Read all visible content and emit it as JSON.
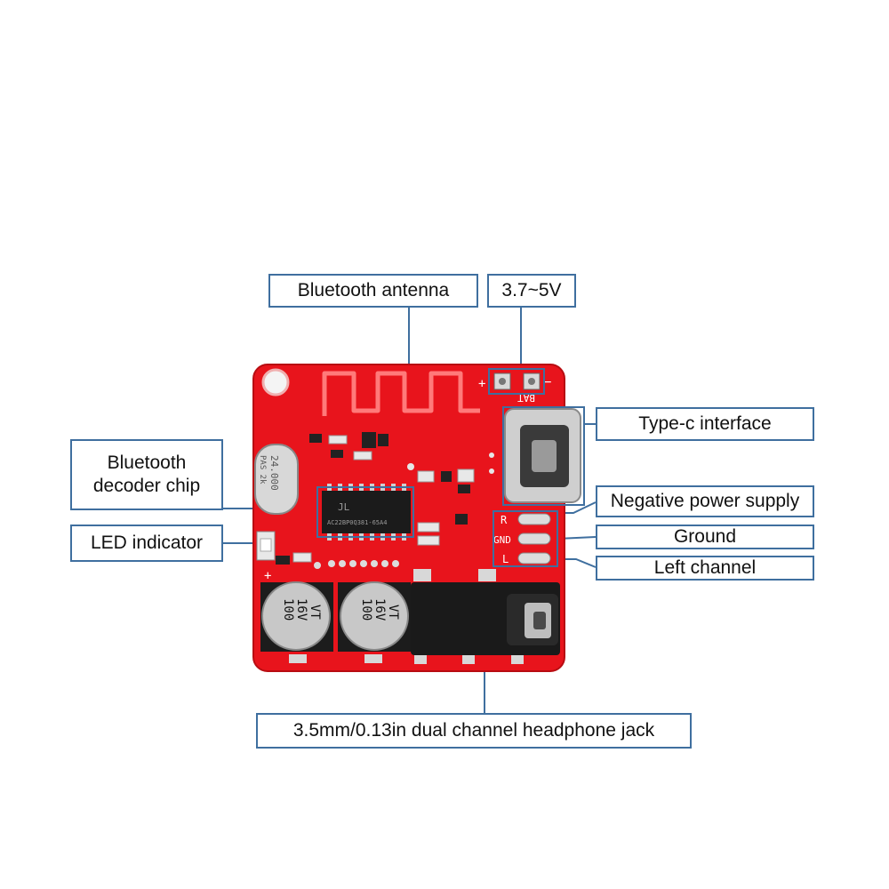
{
  "colors": {
    "board": "#e8141c",
    "board_dark": "#b80d12",
    "callout_border": "#3f6f9f",
    "leader_line": "#3f6f9f",
    "silver": "#c9c9c9",
    "chip": "#1b1b1b"
  },
  "labels": {
    "bluetooth_antenna": "Bluetooth antenna",
    "voltage": "3.7~5V",
    "type_c_interface": "Type-c interface",
    "bluetooth_decoder_chip": "Bluetooth\ndecoder chip",
    "negative_power_supply": "Negative power supply",
    "led_indicator": "LED indicator",
    "ground": "Ground",
    "left_channel": "Left channel",
    "headphone_jack": "3.5mm/0.13in dual channel headphone jack"
  },
  "silkscreen": {
    "bat": "BAT",
    "plus": "+",
    "minus": "−",
    "pad_r": "R",
    "pad_gnd": "GND",
    "pad_l": "L",
    "crystal": "24.000",
    "crystal_sub": "PAS 2k",
    "chip_logo": "JL",
    "chip_code": "AC22BP0Q381-65A4",
    "cap_value": "100",
    "cap_voltage": "16V",
    "cap_brand": "VT"
  }
}
